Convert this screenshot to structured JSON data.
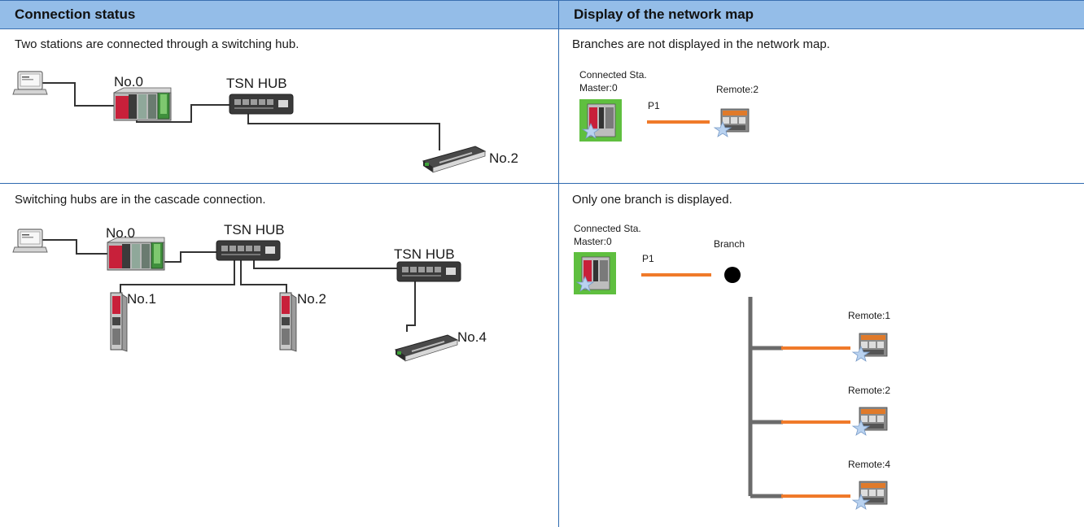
{
  "headers": {
    "left": "Connection status",
    "right": "Display of the network map"
  },
  "row1": {
    "status_caption": "Two stations are connected through a switching hub.",
    "map_caption": "Branches are not displayed in the network map.",
    "diagram": {
      "station0": "No.0",
      "hub": "TSN HUB",
      "station2": "No.2"
    },
    "map": {
      "connected": "Connected Sta.",
      "master": "Master:0",
      "port": "P1",
      "remote": "Remote:2"
    }
  },
  "row2": {
    "status_caption": "Switching hubs are in the cascade connection.",
    "map_caption": "Only one branch is displayed.",
    "diagram": {
      "station0": "No.0",
      "hub1": "TSN HUB",
      "hub2": "TSN HUB",
      "station1": "No.1",
      "station2": "No.2",
      "station4": "No.4"
    },
    "map": {
      "connected": "Connected Sta.",
      "master": "Master:0",
      "port": "P1",
      "branch": "Branch",
      "remote1": "Remote:1",
      "remote2": "Remote:2",
      "remote4": "Remote:4"
    }
  },
  "colors": {
    "header_bg": "#94bde8",
    "rule": "#2f6ab0",
    "link_orange": "#f07a2a",
    "branch_gray": "#6b6b6b",
    "master_green": "#5fbf3f"
  }
}
